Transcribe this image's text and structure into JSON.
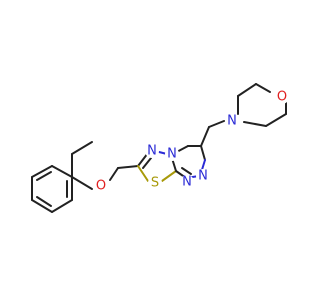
{
  "diagram": {
    "type": "chemical-structure",
    "colors": {
      "carbon_bond": "#222222",
      "nitrogen": "#2b2bd6",
      "oxygen": "#e02020",
      "sulfur": "#a89a0a"
    },
    "atoms": [
      {
        "id": "N_ring1",
        "label": "N",
        "element": "N"
      },
      {
        "id": "N_ring2",
        "label": "N",
        "element": "N"
      },
      {
        "id": "N_ring3",
        "label": "N",
        "element": "N"
      },
      {
        "id": "N_ring4",
        "label": "N",
        "element": "N"
      },
      {
        "id": "S_ring",
        "label": "S",
        "element": "S"
      },
      {
        "id": "O_ether",
        "label": "O",
        "element": "O"
      },
      {
        "id": "N_morph",
        "label": "N",
        "element": "N"
      },
      {
        "id": "O_morph",
        "label": "O",
        "element": "O"
      }
    ]
  }
}
